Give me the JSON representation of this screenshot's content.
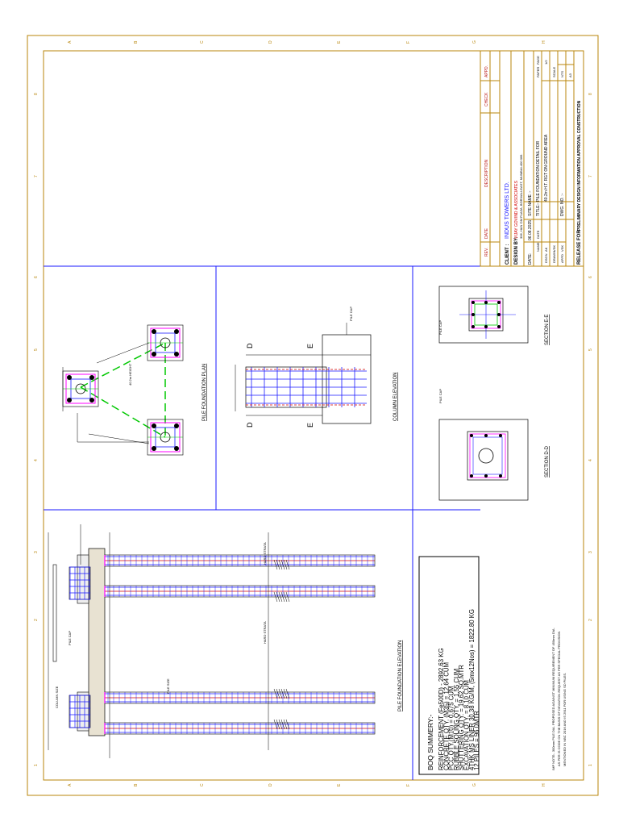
{
  "grid": {
    "cols": [
      "A",
      "B",
      "C",
      "D",
      "E",
      "F",
      "G",
      "H"
    ],
    "rows": [
      "1",
      "2",
      "3",
      "4",
      "5",
      "6",
      "7",
      "8"
    ]
  },
  "boq": {
    "title": "BOQ SUMMERY:-",
    "lines": [
      "REINFORCEMENT (Fe500D) - 2892.63 KG",
      "CONCRETE QTY. (M35) = 12.64 CUM",
      "PCC QTY.(M10) = 0.675 CUM",
      "RUBBLE SOLING QTY. = 1.55 CUM",
      "SHUTTERING QTY. = 19.62 SQ.MTR",
      "EXCAVATION QTY. = 8.10 CUM",
      "4THK MS LINER 30.38 KG/M, (5mx12Nos) = 1822.80 KG",
      "12 PILES = 96.0MTR"
    ]
  },
  "note": {
    "line1": "IMP NOTE:- 300mm PILE DIA. PROPOSED AGAINST MINIMUM REQUIREMENT OF 450mm DIA.",
    "line2": "AS PER IS CODE ON THE BASIS OF DEVIATION REQUEST AS PER SPECIAL PROVISION",
    "line3": "MENTIONED IN NBC 2016 AND IS 2911 FOR USING SD PILES."
  },
  "titles": {
    "pile_elevation": "PILE FOUNDATION ELEVATION",
    "pile_plan": "PILE FOUNDATION PLAN",
    "column_elevation": "COLUMN ELEVATION",
    "section_d": "SECTION D-D",
    "section_e": "SECTION E-E"
  },
  "labels": {
    "hard_strata": "HARD STRATA",
    "pile_cap": "PILE CAP",
    "pile_size": "PILE SIZE",
    "column_size": "COLUMN SIZE",
    "d": "D",
    "e": "E",
    "hemt": "40.2m HEIGHT"
  },
  "titleblock": {
    "rev": "REV.",
    "date": "DATE",
    "description": "DESCRIPTION",
    "check": "CHECK",
    "appd": "APPD.",
    "client_label": "CLIENT :",
    "client": "INDUS TOWERS LTD.",
    "design_label": "DESIGN BY:",
    "designer": "VIJAY GOVIND & ASSOCIATES",
    "address": "306, HAN OM PLAZA, BORIVALI-EAST, MUMBAI-400 066.",
    "date_label": "DATE:",
    "date_val": "06.08.2025",
    "site_label": "SITE NAME :-",
    "name_lbl": "NAME",
    "date_lbl": "DATE",
    "title_label": "TITLE:- PILE FOUNDATION DETAIL FOR",
    "title_line2": "40.2m H.T. RGT ON GROUND AREA",
    "dsgn": "DSGN",
    "drawn": "DRAWN",
    "chkd": "CHKD",
    "appd2": "APPD",
    "ak": "AK",
    "vsk": "VSK",
    "vsk2": "VSK",
    "dwg": "DWG. NO. :-",
    "paper": "PAPER",
    "page": "PAGE",
    "a3": "A3",
    "page_no": "1/2",
    "scale": "SCALE",
    "nts": "NTS",
    "release": "RELEASE  FOR",
    "opts": "PRELIMINARY   DESIGN   INFORMATION   APPROVAL   CONSTRUCTION"
  },
  "colors": {
    "border": "#b8860b",
    "blue": "#1a1aff",
    "red": "#d40000",
    "magenta": "#ff00ff",
    "green": "#00c800"
  }
}
